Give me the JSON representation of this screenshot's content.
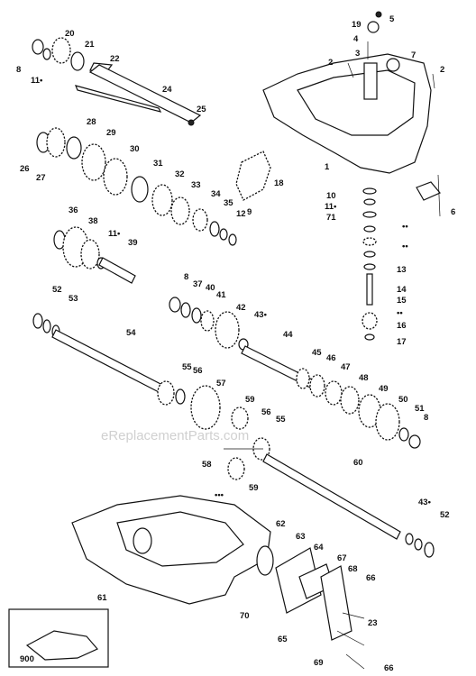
{
  "watermark": "eReplacementParts.com",
  "callouts": [
    {
      "id": "p8a",
      "text": "8"
    },
    {
      "id": "p11a",
      "text": "11•"
    },
    {
      "id": "p20",
      "text": "20"
    },
    {
      "id": "p21",
      "text": "21"
    },
    {
      "id": "p22",
      "text": "22"
    },
    {
      "id": "p24",
      "text": "24"
    },
    {
      "id": "p25",
      "text": "25"
    },
    {
      "id": "p26",
      "text": "26"
    },
    {
      "id": "p27",
      "text": "27"
    },
    {
      "id": "p28",
      "text": "28"
    },
    {
      "id": "p29",
      "text": "29"
    },
    {
      "id": "p30",
      "text": "30"
    },
    {
      "id": "p31",
      "text": "31"
    },
    {
      "id": "p32",
      "text": "32"
    },
    {
      "id": "p33",
      "text": "33"
    },
    {
      "id": "p34",
      "text": "34"
    },
    {
      "id": "p35",
      "text": "35"
    },
    {
      "id": "p12a",
      "text": "12"
    },
    {
      "id": "p9",
      "text": "9"
    },
    {
      "id": "p18",
      "text": "18"
    },
    {
      "id": "p36",
      "text": "36"
    },
    {
      "id": "p38",
      "text": "38"
    },
    {
      "id": "p11b",
      "text": "11•"
    },
    {
      "id": "p39",
      "text": "39"
    },
    {
      "id": "p5",
      "text": "5"
    },
    {
      "id": "p19",
      "text": "19"
    },
    {
      "id": "p4",
      "text": "4"
    },
    {
      "id": "p3",
      "text": "3"
    },
    {
      "id": "p7",
      "text": "7"
    },
    {
      "id": "p2a",
      "text": "2"
    },
    {
      "id": "p2b",
      "text": "2"
    },
    {
      "id": "p1",
      "text": "1"
    },
    {
      "id": "p6",
      "text": "6"
    },
    {
      "id": "p10",
      "text": "10"
    },
    {
      "id": "p11c",
      "text": "11•"
    },
    {
      "id": "p71",
      "text": "71"
    },
    {
      "id": "pss1",
      "text": "••"
    },
    {
      "id": "pss2",
      "text": "••"
    },
    {
      "id": "p13",
      "text": "13"
    },
    {
      "id": "p14",
      "text": "14"
    },
    {
      "id": "p15",
      "text": "15"
    },
    {
      "id": "pss3",
      "text": "••"
    },
    {
      "id": "p16",
      "text": "16"
    },
    {
      "id": "p17",
      "text": "17"
    },
    {
      "id": "p52a",
      "text": "52"
    },
    {
      "id": "p53",
      "text": "53"
    },
    {
      "id": "p54",
      "text": "54"
    },
    {
      "id": "p55a",
      "text": "55"
    },
    {
      "id": "p56a",
      "text": "56"
    },
    {
      "id": "p57",
      "text": "57"
    },
    {
      "id": "p8b",
      "text": "8"
    },
    {
      "id": "p37",
      "text": "37"
    },
    {
      "id": "p40",
      "text": "40"
    },
    {
      "id": "p41",
      "text": "41"
    },
    {
      "id": "p42",
      "text": "42"
    },
    {
      "id": "p43a",
      "text": "43•"
    },
    {
      "id": "p44",
      "text": "44"
    },
    {
      "id": "p45",
      "text": "45"
    },
    {
      "id": "p46",
      "text": "46"
    },
    {
      "id": "p47",
      "text": "47"
    },
    {
      "id": "p48",
      "text": "48"
    },
    {
      "id": "p49",
      "text": "49"
    },
    {
      "id": "p50",
      "text": "50"
    },
    {
      "id": "p51",
      "text": "51"
    },
    {
      "id": "p8c",
      "text": "8"
    },
    {
      "id": "p59a",
      "text": "59"
    },
    {
      "id": "p56b",
      "text": "56"
    },
    {
      "id": "p55b",
      "text": "55"
    },
    {
      "id": "p58",
      "text": "58"
    },
    {
      "id": "p59b",
      "text": "59"
    },
    {
      "id": "p60",
      "text": "60"
    },
    {
      "id": "psss",
      "text": "•••"
    },
    {
      "id": "p43b",
      "text": "43•"
    },
    {
      "id": "p52b",
      "text": "52"
    },
    {
      "id": "p62",
      "text": "62"
    },
    {
      "id": "p63",
      "text": "63"
    },
    {
      "id": "p64",
      "text": "64"
    },
    {
      "id": "p67",
      "text": "67"
    },
    {
      "id": "p68",
      "text": "68"
    },
    {
      "id": "p66a",
      "text": "66"
    },
    {
      "id": "p61",
      "text": "61"
    },
    {
      "id": "p70",
      "text": "70"
    },
    {
      "id": "p65",
      "text": "65"
    },
    {
      "id": "p23",
      "text": "23"
    },
    {
      "id": "p69",
      "text": "69"
    },
    {
      "id": "p66b",
      "text": "66"
    },
    {
      "id": "p900",
      "text": "900"
    }
  ]
}
